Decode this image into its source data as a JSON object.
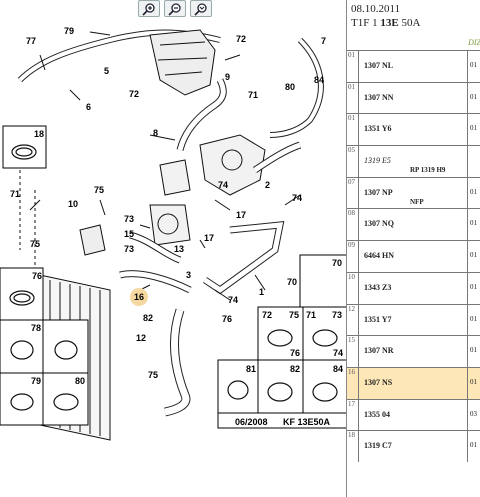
{
  "toolbar": {
    "zoom_in_icon": "zoom-in-icon",
    "zoom_out_icon": "zoom-out-icon",
    "zoom_fit_icon": "zoom-fit-icon"
  },
  "diagram": {
    "callouts": {
      "c77a": "77",
      "c79": "79",
      "c5": "5",
      "c72a": "72",
      "c72b": "72",
      "c9": "9",
      "c7": "7",
      "c80": "80",
      "c84": "84",
      "c6": "6",
      "c71a": "71",
      "c8": "8",
      "c18": "18",
      "c71b": "71",
      "c75a": "75",
      "c10": "10",
      "c73a": "73",
      "c74a": "74",
      "c2": "2",
      "c74b": "74",
      "c17a": "17",
      "c15": "15",
      "c73b": "73",
      "c13": "13",
      "c17b": "17",
      "c75b": "75",
      "c3": "3",
      "c16": "16",
      "c82": "82",
      "c74c": "74",
      "c76a": "76",
      "c1": "1",
      "c70a": "70",
      "c70b": "70",
      "c12": "12",
      "c75c": "75",
      "c76b": "76",
      "c78": "78",
      "c72c": "72",
      "c75d": "75",
      "c71c": "71",
      "c73c": "73",
      "c76c": "76",
      "c74d": "74",
      "c79b": "79",
      "c80b": "80",
      "c81": "81",
      "c82b": "82",
      "c84b": "84"
    },
    "footer_date": "06/2008",
    "footer_code": "KF 13E50A"
  },
  "parts_list": {
    "date": "08.10.2011",
    "model_prefix": "T1F 1 ",
    "model_bold": "13E",
    "model_suffix": " 50A",
    "tag": "DIZ",
    "rows": [
      {
        "idx": "01",
        "ref": "1307 NL",
        "qty": "01",
        "note": ""
      },
      {
        "idx": "01",
        "ref": "1307 NN",
        "qty": "01",
        "note": ""
      },
      {
        "idx": "01",
        "ref": "1351 Y6",
        "qty": "01",
        "note": ""
      },
      {
        "idx": "05",
        "ref": "1319 E5",
        "qty": "",
        "note": "RP 1319 H9"
      },
      {
        "idx": "07",
        "ref": "1307 NP",
        "qty": "01",
        "note": "NFP"
      },
      {
        "idx": "08",
        "ref": "1307 NQ",
        "qty": "01",
        "note": ""
      },
      {
        "idx": "09",
        "ref": "6464 HN",
        "qty": "01",
        "note": ""
      },
      {
        "idx": "10",
        "ref": "1343 Z3",
        "qty": "01",
        "note": ""
      },
      {
        "idx": "12",
        "ref": "1351 Y7",
        "qty": "01",
        "note": ""
      },
      {
        "idx": "15",
        "ref": "1307 NR",
        "qty": "01",
        "note": ""
      },
      {
        "idx": "16",
        "ref": "1307 NS",
        "qty": "01",
        "note": ""
      },
      {
        "idx": "17",
        "ref": "1355 04",
        "qty": "03",
        "note": ""
      },
      {
        "idx": "18",
        "ref": "1319 C7",
        "qty": "01",
        "note": ""
      }
    ]
  },
  "colors": {
    "highlight": "#fde7b6",
    "tag_green": "#7a9a3a"
  }
}
